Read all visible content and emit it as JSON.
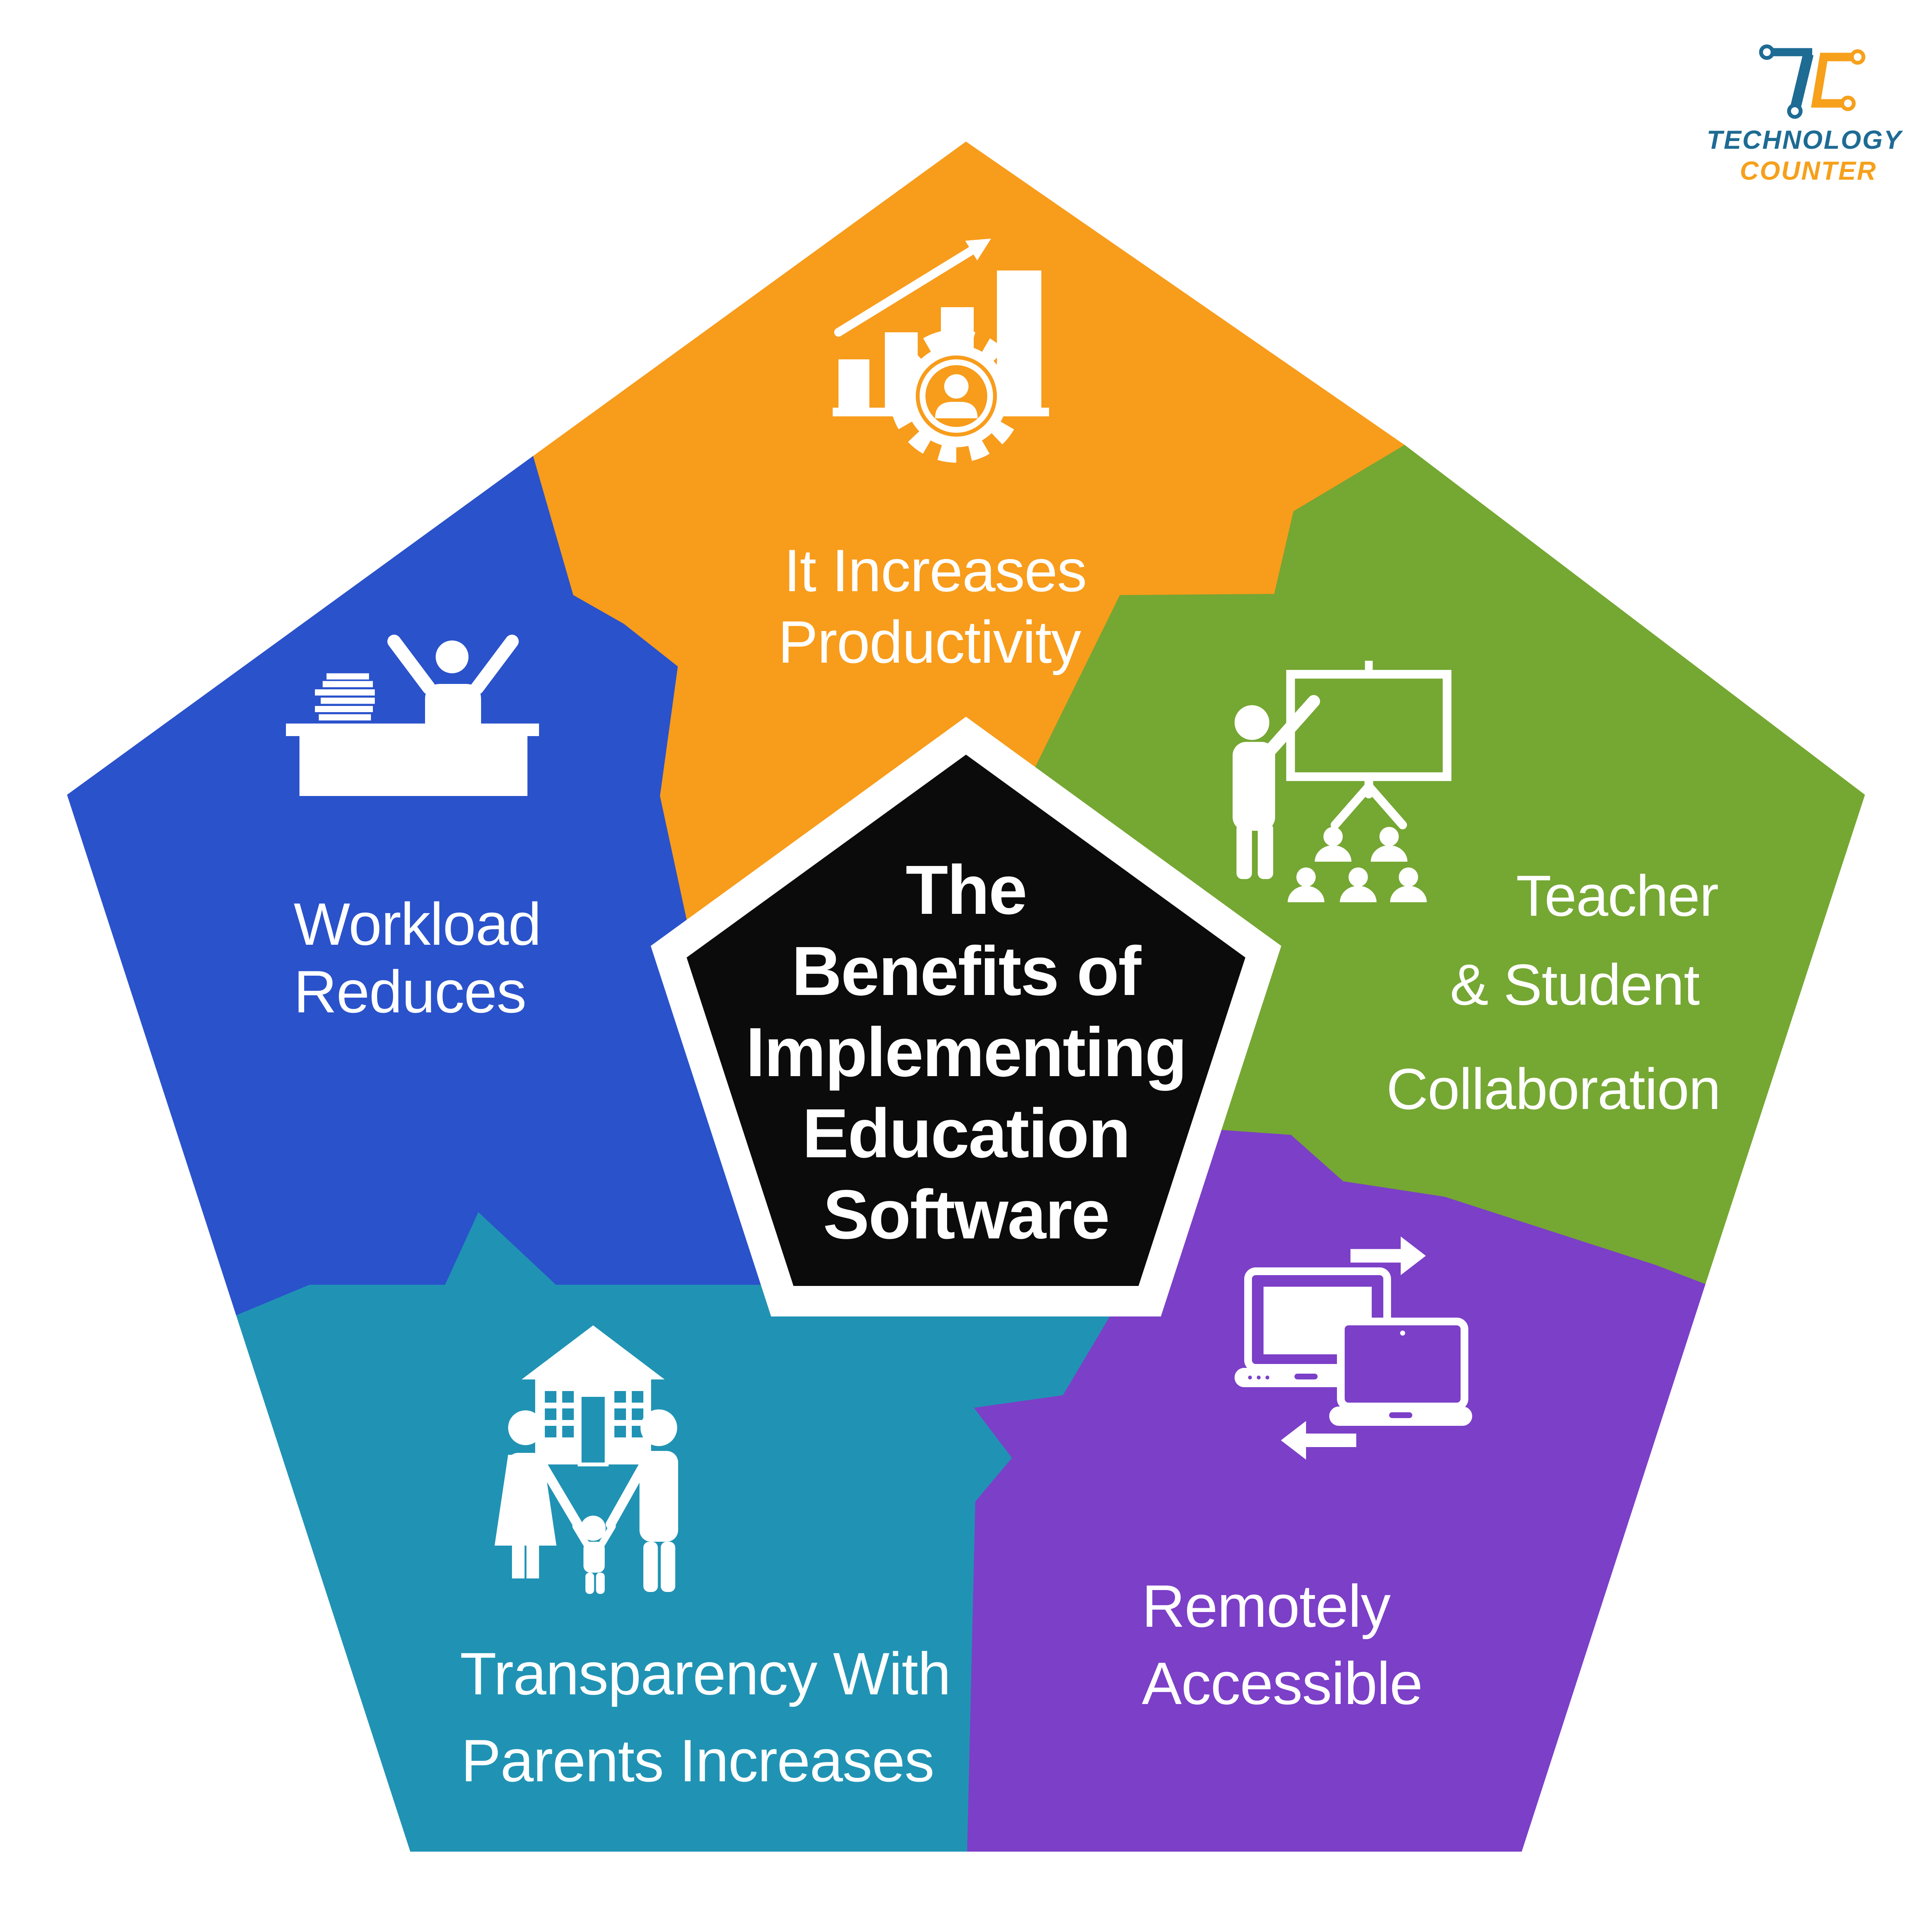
{
  "logo": {
    "name": "Technology Counter",
    "word1": "TECHNOLOGY",
    "word2": "COUNTER",
    "color_primary": "#1E6B94",
    "color_accent": "#F6A01B"
  },
  "center": {
    "lines": [
      "The",
      "Benefits of",
      "Implementing",
      "Education",
      "Software"
    ],
    "bg": "#0B0B0B",
    "text_color": "#FFFFFF"
  },
  "segments": [
    {
      "id": "it-increases-productivity",
      "color": "#F89C1B",
      "icon": "growth-chart-gear-icon",
      "label_lines": [
        "It Increases",
        "Productivity"
      ]
    },
    {
      "id": "teacher-student-collaboration",
      "color": "#75A733",
      "icon": "teacher-presentation-icon",
      "label_lines": [
        "Teacher",
        "& Student",
        "Collaboration"
      ]
    },
    {
      "id": "remotely-accessible",
      "color": "#7C3FC8",
      "icon": "laptops-transfer-icon",
      "label_lines": [
        "Remotely",
        "Accessible"
      ]
    },
    {
      "id": "transparency-with-parents-increases",
      "color": "#2093B4",
      "icon": "family-school-icon",
      "label_lines": [
        "Transparency With",
        "Parents Increases"
      ]
    },
    {
      "id": "workload-reduces",
      "color": "#2A52CB",
      "icon": "relaxed-person-desk-icon",
      "label_lines": [
        "Workload",
        "Reduces"
      ]
    }
  ]
}
